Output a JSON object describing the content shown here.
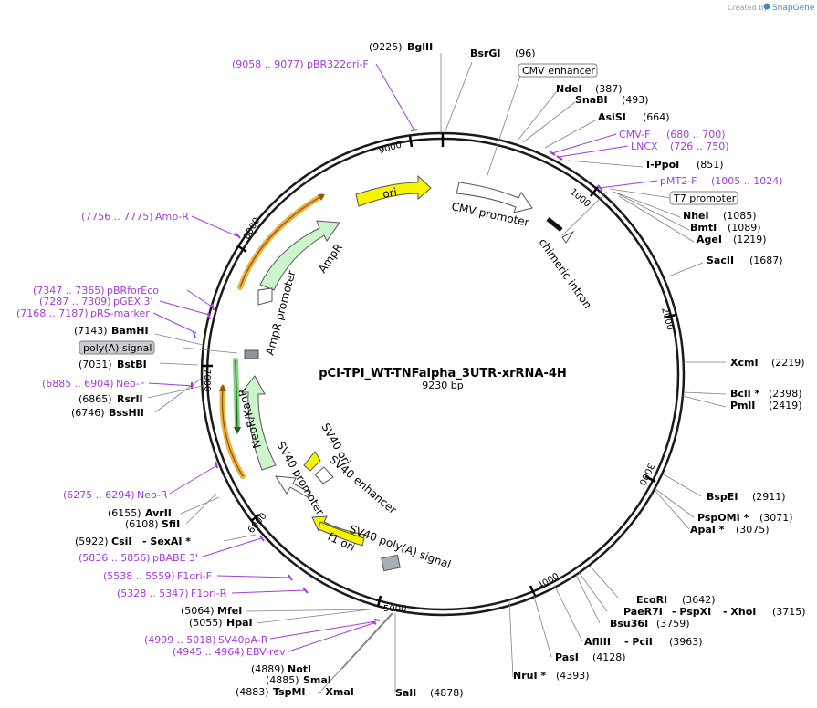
{
  "app": {
    "credit_text": "Created by",
    "brand": "SnapGene"
  },
  "plasmid": {
    "name": "pCI-TPI_WT-TNFalpha_3UTR-xrRNA-4H",
    "size_label": "9230 bp",
    "ticks": [
      "1000",
      "2000",
      "3000",
      "4000",
      "5000",
      "6000",
      "7000",
      "8000",
      "9000"
    ]
  },
  "enzymes": [
    {
      "name": "BglII",
      "pos": "(9225)"
    },
    {
      "name": "BsrGI",
      "pos": "(96)"
    },
    {
      "name": "NdeI",
      "pos": "(387)"
    },
    {
      "name": "SnaBI",
      "pos": "(493)"
    },
    {
      "name": "AsiSI",
      "pos": "(664)"
    },
    {
      "name": "I-PpoI",
      "pos": "(851)"
    },
    {
      "name": "NheI",
      "pos": "(1085)"
    },
    {
      "name": "BmtI",
      "pos": "(1089)"
    },
    {
      "name": "AgeI",
      "pos": "(1219)"
    },
    {
      "name": "SacII",
      "pos": "(1687)"
    },
    {
      "name": "XcmI",
      "pos": "(2219)"
    },
    {
      "name": "BclI *",
      "pos": "(2398)"
    },
    {
      "name": "PmlI",
      "pos": "(2419)"
    },
    {
      "name": "BspEI",
      "pos": "(2911)"
    },
    {
      "name": "PspOMI *",
      "pos": "(3071)"
    },
    {
      "name": "ApaI *",
      "pos": "(3075)"
    },
    {
      "name": "EcoRI",
      "pos": "(3642)"
    },
    {
      "name": "PaeR7I",
      "name2": "- PspXI",
      "name3": "- XhoI",
      "pos": "(3715)"
    },
    {
      "name": "Bsu36I",
      "pos": "(3759)"
    },
    {
      "name": "AflIII",
      "name2": "- PciI",
      "pos": "(3963)"
    },
    {
      "name": "PasI",
      "pos": "(4128)"
    },
    {
      "name": "NruI *",
      "pos": "(4393)"
    },
    {
      "name": "SalI",
      "pos": "(4878)"
    },
    {
      "name": "NotI",
      "pos": "(4889)"
    },
    {
      "name": "SmaI",
      "pos": "(4885)"
    },
    {
      "name": "TspMI",
      "name2": "- XmaI",
      "pos": "(4883)"
    },
    {
      "name": "MfeI",
      "pos": "(5064)"
    },
    {
      "name": "HpaI",
      "pos": "(5055)"
    },
    {
      "name": "CsiI",
      "name2": "- SexAI *",
      "pos": "(5922)"
    },
    {
      "name": "AvrII",
      "pos": "(6155)"
    },
    {
      "name": "SfiI",
      "pos": "(6108)"
    },
    {
      "name": "RsrII",
      "pos": "(6865)"
    },
    {
      "name": "BssHII",
      "pos": "(6746)"
    },
    {
      "name": "BstBI",
      "pos": "(7031)"
    },
    {
      "name": "BamHI",
      "pos": "(7143)"
    }
  ],
  "primers": [
    {
      "range": "(9058 .. 9077)",
      "name": "pBR322ori-F"
    },
    {
      "range": "(680 .. 700)",
      "name": "CMV-F"
    },
    {
      "range": "(726 .. 750)",
      "name": "LNCX"
    },
    {
      "range": "(1005 .. 1024)",
      "name": "pMT2-F"
    },
    {
      "range": "(7756 .. 7775)",
      "name": "Amp-R"
    },
    {
      "range": "(7347 .. 7365)",
      "name": "pBRforEco"
    },
    {
      "range": "(7287 .. 7309)",
      "name": "pGEX 3'"
    },
    {
      "range": "(7168 .. 7187)",
      "name": "pRS-marker"
    },
    {
      "range": "(6885 .. 6904)",
      "name": "Neo-F"
    },
    {
      "range": "(6275 .. 6294)",
      "name": "Neo-R"
    },
    {
      "range": "(5836 .. 5856)",
      "name": "pBABE 3'"
    },
    {
      "range": "(5538 .. 5559)",
      "name": "F1ori-F"
    },
    {
      "range": "(5328 .. 5347)",
      "name": "F1ori-R"
    },
    {
      "range": "(4999 .. 5018)",
      "name": "SV40pA-R"
    },
    {
      "range": "(4945 .. 4964)",
      "name": "EBV-rev"
    }
  ],
  "boxed_labels": {
    "cmv_enhancer": "CMV enhancer",
    "t7_promoter": "T7 promoter",
    "polya_signal": "poly(A) signal"
  },
  "features": {
    "ori": "ori",
    "cmv_promoter": "CMV promoter",
    "chimeric_intron": "chimeric intron",
    "ampr": "AmpR",
    "ampr_promoter": "AmpR promoter",
    "neor": "NeoR/KanR",
    "sv40_promoter": "SV40 promoter",
    "sv40_ori": "SV40 ori",
    "sv40_enhancer": "SV40 enhancer",
    "sv40_polya": "SV40 poly(A) signal",
    "f1_ori": "f1 ori"
  },
  "colors": {
    "primer": "#a33cd6",
    "ori": "#f5f500",
    "ampr": "#ccf5cc",
    "backbone": "#1a1a1a",
    "polya": "#a9aeb3"
  }
}
